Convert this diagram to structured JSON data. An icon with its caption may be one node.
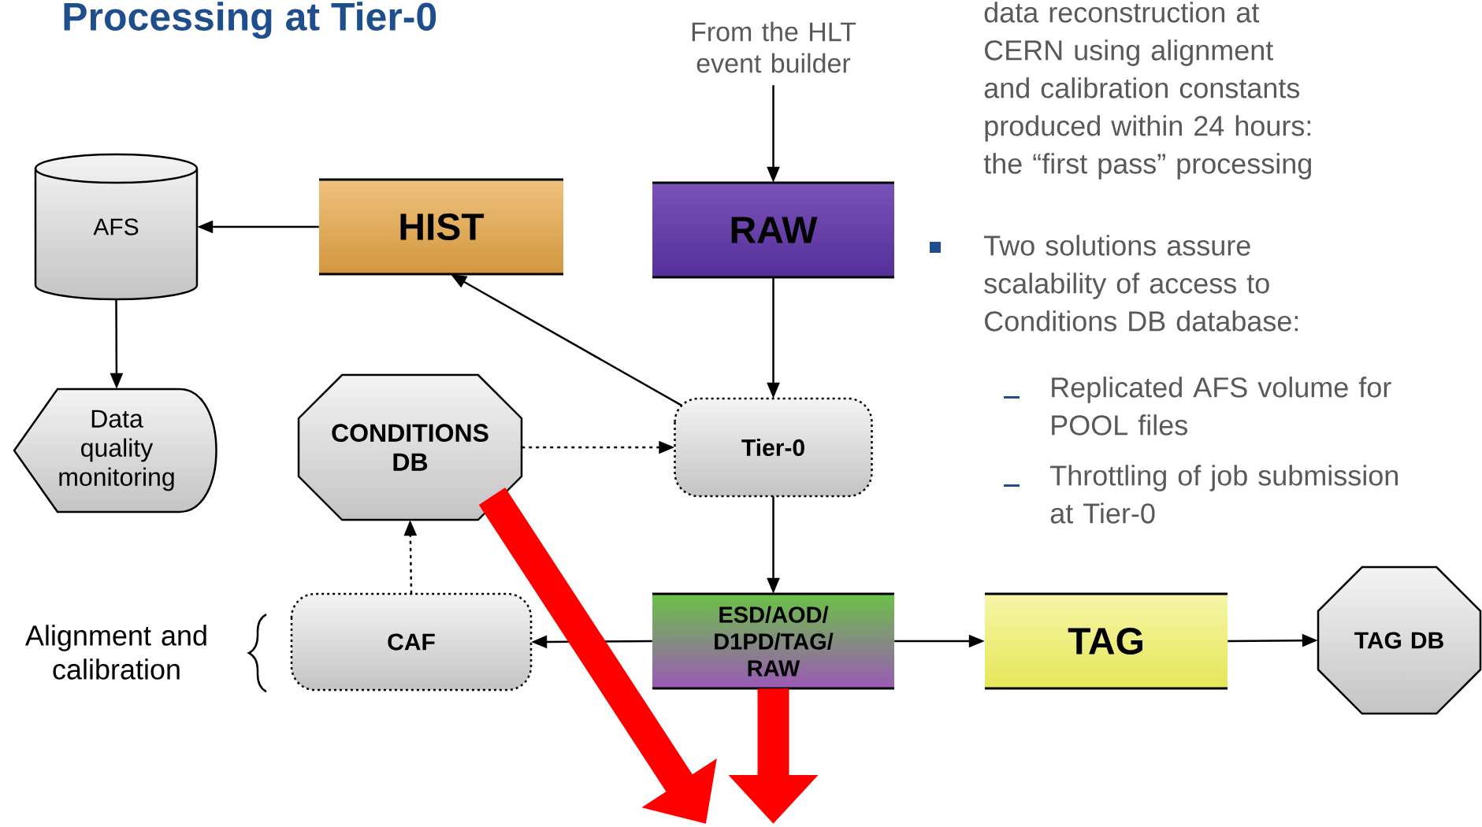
{
  "diagram": {
    "title": "Processing at Tier-0",
    "nodes": [
      {
        "text": [
          "From the HLT event builder"
        ]
      },
      {
        "text": [
          "AFS"
        ]
      },
      {
        "text": [
          "HIST"
        ]
      },
      {
        "text": [
          "RAW"
        ]
      },
      {
        "text": [
          "Data quality monitoring"
        ]
      },
      {
        "text": [
          "CONDITIONS DB"
        ]
      },
      {
        "text": [
          "Tier-0"
        ]
      },
      {
        "text": [
          "CAF"
        ]
      },
      {
        "text": [
          "ESD/AOD/ D1PD/TAG/ RAW"
        ]
      },
      {
        "text": [
          "TAG"
        ]
      },
      {
        "text": [
          "TAG DB"
        ]
      }
    ],
    "edges": [
      {
        "from": 0,
        "to": 3,
        "arrow": "to"
      },
      {
        "from": 3,
        "to": 6,
        "arrow": "to"
      },
      {
        "from": 6,
        "to": 2,
        "arrow": "to"
      },
      {
        "from": 2,
        "to": 1,
        "arrow": "to"
      },
      {
        "from": 1,
        "to": 4,
        "arrow": "to"
      },
      {
        "from": 5,
        "to": 6,
        "arrow": "to",
        "style": "dashed"
      },
      {
        "from": 6,
        "to": 8,
        "arrow": "to"
      },
      {
        "from": 8,
        "to": 7,
        "arrow": "to"
      },
      {
        "from": 7,
        "to": 5,
        "arrow": "to",
        "style": "dashed"
      },
      {
        "from": 8,
        "to": 9,
        "arrow": "to"
      },
      {
        "from": 9,
        "to": 10,
        "arrow": "to"
      },
      {
        "from": 5,
        "to": null,
        "arrow": "to",
        "style": "thick",
        "color": "#ff0000"
      },
      {
        "from": 8,
        "to": null,
        "arrow": "to",
        "style": "thick",
        "color": "#ff0000"
      }
    ],
    "labels": [
      "data reconstruction at CERN using alignment and calibration constants produced within 24 hours: the “first pass” processing",
      "Two solutions assure scalability of access to Conditions DB database:",
      "Replicated AFS volume for POOL files",
      "Throttling of job submission at Tier-0",
      "Alignment and calibration"
    ]
  }
}
